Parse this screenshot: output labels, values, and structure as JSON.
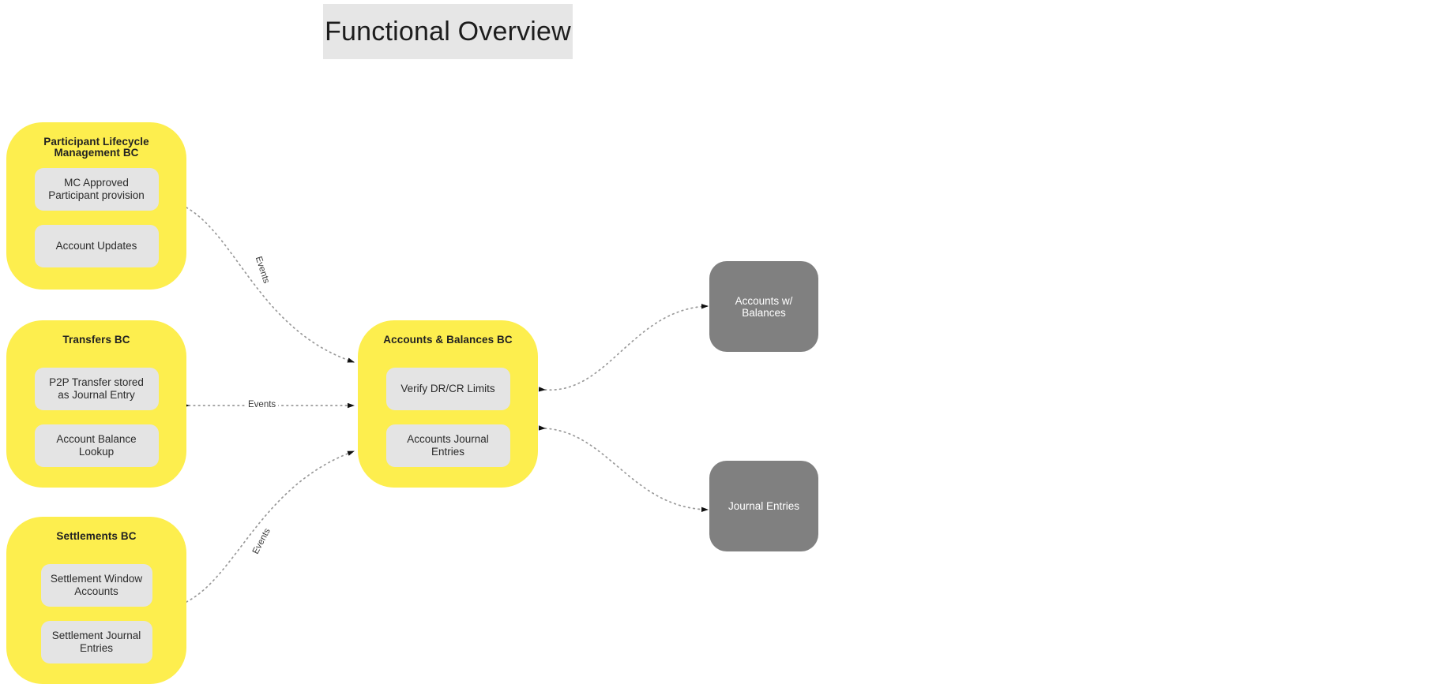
{
  "diagram": {
    "title": "Functional Overview",
    "colors": {
      "context_fill": "#fdee4e",
      "card_fill": "#e4e4e4",
      "entity_fill": "#808080",
      "title_plate_fill": "#e6e6e6",
      "edge_stroke": "#9a9a9a",
      "arrow_fill": "#111111",
      "page_background": "#ffffff"
    },
    "contexts": [
      {
        "id": "participant-lifecycle-management-bc",
        "title": "Participant Lifecycle Management BC",
        "cards": [
          "MC Approved Participant provision",
          "Account Updates"
        ]
      },
      {
        "id": "transfers-bc",
        "title": "Transfers BC",
        "cards": [
          "P2P Transfer stored as Journal Entry",
          "Account Balance Lookup"
        ]
      },
      {
        "id": "settlements-bc",
        "title": "Settlements BC",
        "cards": [
          "Settlement Window Accounts",
          "Settlement Journal Entries"
        ]
      },
      {
        "id": "accounts-and-balances-bc",
        "title": "Accounts & Balances BC",
        "cards": [
          "Verify DR/CR Limits",
          "Accounts Journal Entries"
        ]
      }
    ],
    "entities": [
      {
        "id": "accounts-with-balances",
        "label": "Accounts w/ Balances"
      },
      {
        "id": "journal-entries",
        "label": "Journal Entries"
      }
    ],
    "edges": [
      {
        "id": "plm-to-accounts",
        "from": "participant-lifecycle-management-bc",
        "to": "accounts-and-balances-bc",
        "label": "Events",
        "style": "dotted",
        "direction": "one-way"
      },
      {
        "id": "transfers-to-accounts",
        "from": "transfers-bc",
        "to": "accounts-and-balances-bc",
        "label": "Events",
        "style": "dotted",
        "direction": "bidirectional"
      },
      {
        "id": "settlements-to-accounts",
        "from": "settlements-bc",
        "to": "accounts-and-balances-bc",
        "label": "Events",
        "style": "dotted",
        "direction": "one-way"
      },
      {
        "id": "accounts-to-accounts-with-balances",
        "from": "accounts-and-balances-bc",
        "to": "accounts-with-balances",
        "label": "",
        "style": "dotted",
        "direction": "bidirectional"
      },
      {
        "id": "accounts-to-journal-entries",
        "from": "accounts-and-balances-bc",
        "to": "journal-entries",
        "label": "",
        "style": "dotted",
        "direction": "bidirectional"
      }
    ]
  }
}
